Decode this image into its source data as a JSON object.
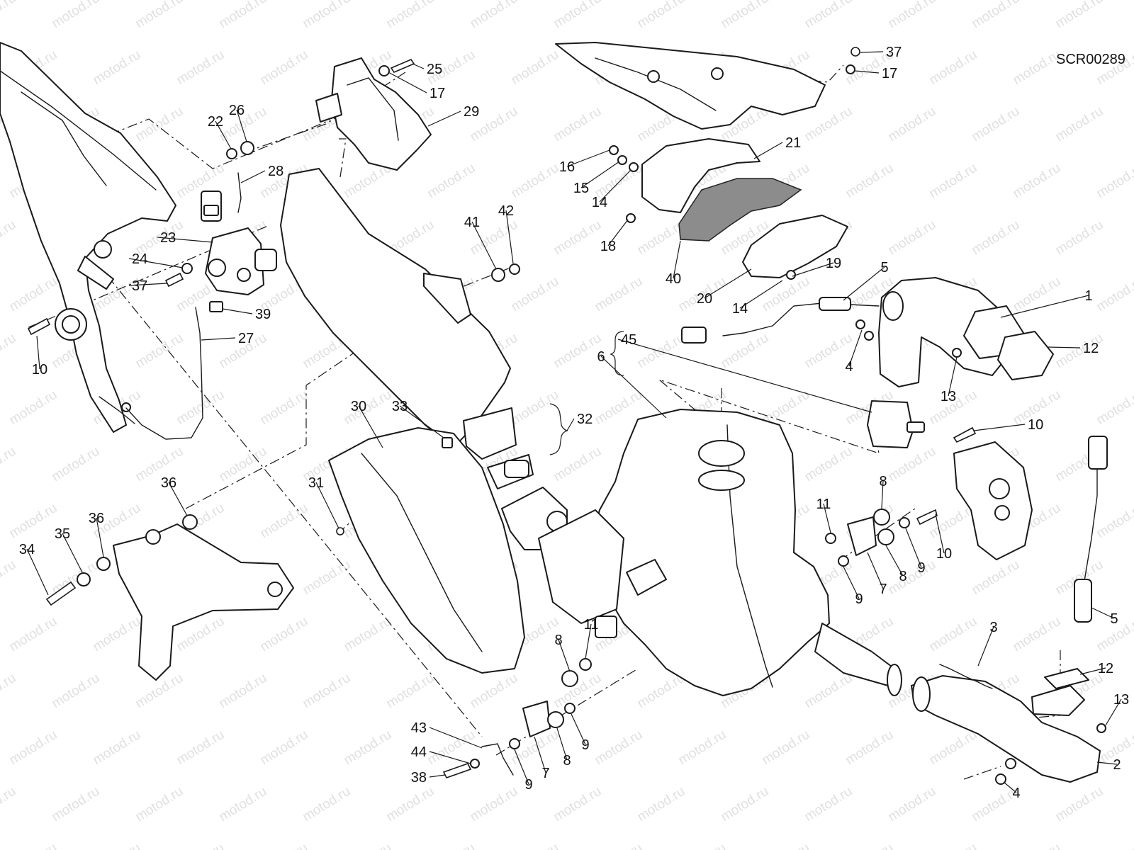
{
  "drawing_code": "SCR00289",
  "watermark_text": "motod.ru",
  "callouts": [
    {
      "id": "25",
      "text": "25"
    },
    {
      "id": "17a",
      "text": "17"
    },
    {
      "id": "29",
      "text": "29"
    },
    {
      "id": "22",
      "text": "22"
    },
    {
      "id": "26",
      "text": "26"
    },
    {
      "id": "28",
      "text": "28"
    },
    {
      "id": "23",
      "text": "23"
    },
    {
      "id": "24",
      "text": "24"
    },
    {
      "id": "37a",
      "text": "37"
    },
    {
      "id": "39",
      "text": "39"
    },
    {
      "id": "27",
      "text": "27"
    },
    {
      "id": "10a",
      "text": "10"
    },
    {
      "id": "41",
      "text": "41"
    },
    {
      "id": "42",
      "text": "42"
    },
    {
      "id": "30",
      "text": "30"
    },
    {
      "id": "33",
      "text": "33"
    },
    {
      "id": "32",
      "text": "32"
    },
    {
      "id": "31",
      "text": "31"
    },
    {
      "id": "36a",
      "text": "36"
    },
    {
      "id": "36b",
      "text": "36"
    },
    {
      "id": "35",
      "text": "35"
    },
    {
      "id": "34",
      "text": "34"
    },
    {
      "id": "37b",
      "text": "37"
    },
    {
      "id": "17b",
      "text": "17"
    },
    {
      "id": "16",
      "text": "16"
    },
    {
      "id": "15",
      "text": "15"
    },
    {
      "id": "14a",
      "text": "14"
    },
    {
      "id": "21",
      "text": "21"
    },
    {
      "id": "18",
      "text": "18"
    },
    {
      "id": "40",
      "text": "40"
    },
    {
      "id": "20",
      "text": "20"
    },
    {
      "id": "19",
      "text": "19"
    },
    {
      "id": "14b",
      "text": "14"
    },
    {
      "id": "5a",
      "text": "5"
    },
    {
      "id": "1",
      "text": "1"
    },
    {
      "id": "12a",
      "text": "12"
    },
    {
      "id": "4a",
      "text": "4"
    },
    {
      "id": "13a",
      "text": "13"
    },
    {
      "id": "45",
      "text": "45"
    },
    {
      "id": "6",
      "text": "6"
    },
    {
      "id": "10b",
      "text": "10"
    },
    {
      "id": "8a",
      "text": "8"
    },
    {
      "id": "11a",
      "text": "11"
    },
    {
      "id": "10c",
      "text": "10"
    },
    {
      "id": "8b",
      "text": "8"
    },
    {
      "id": "9a",
      "text": "9"
    },
    {
      "id": "9b",
      "text": "9"
    },
    {
      "id": "7a",
      "text": "7"
    },
    {
      "id": "5b",
      "text": "5"
    },
    {
      "id": "3",
      "text": "3"
    },
    {
      "id": "12b",
      "text": "12"
    },
    {
      "id": "13b",
      "text": "13"
    },
    {
      "id": "2",
      "text": "2"
    },
    {
      "id": "4b",
      "text": "4"
    },
    {
      "id": "11b",
      "text": "11"
    },
    {
      "id": "8c",
      "text": "8"
    },
    {
      "id": "43",
      "text": "43"
    },
    {
      "id": "44",
      "text": "44"
    },
    {
      "id": "38",
      "text": "38"
    },
    {
      "id": "9c",
      "text": "9"
    },
    {
      "id": "7b",
      "text": "7"
    },
    {
      "id": "8d",
      "text": "8"
    },
    {
      "id": "9d",
      "text": "9"
    }
  ]
}
